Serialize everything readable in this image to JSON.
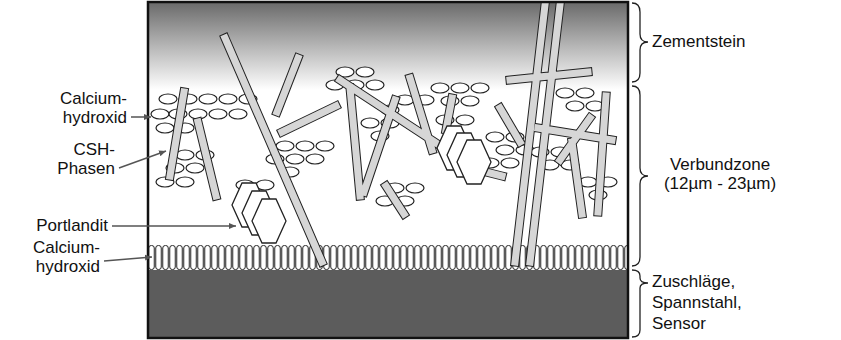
{
  "diagram": {
    "labels": [
      "Zementstein",
      "Calcium- hydroxid",
      "CSH- Phasen",
      "Verbundzone (12µm - 23µm)",
      "Portlandit",
      "Calcium- hydroxid",
      "Zuschläge, Spannstahl, Sensor"
    ]
  }
}
